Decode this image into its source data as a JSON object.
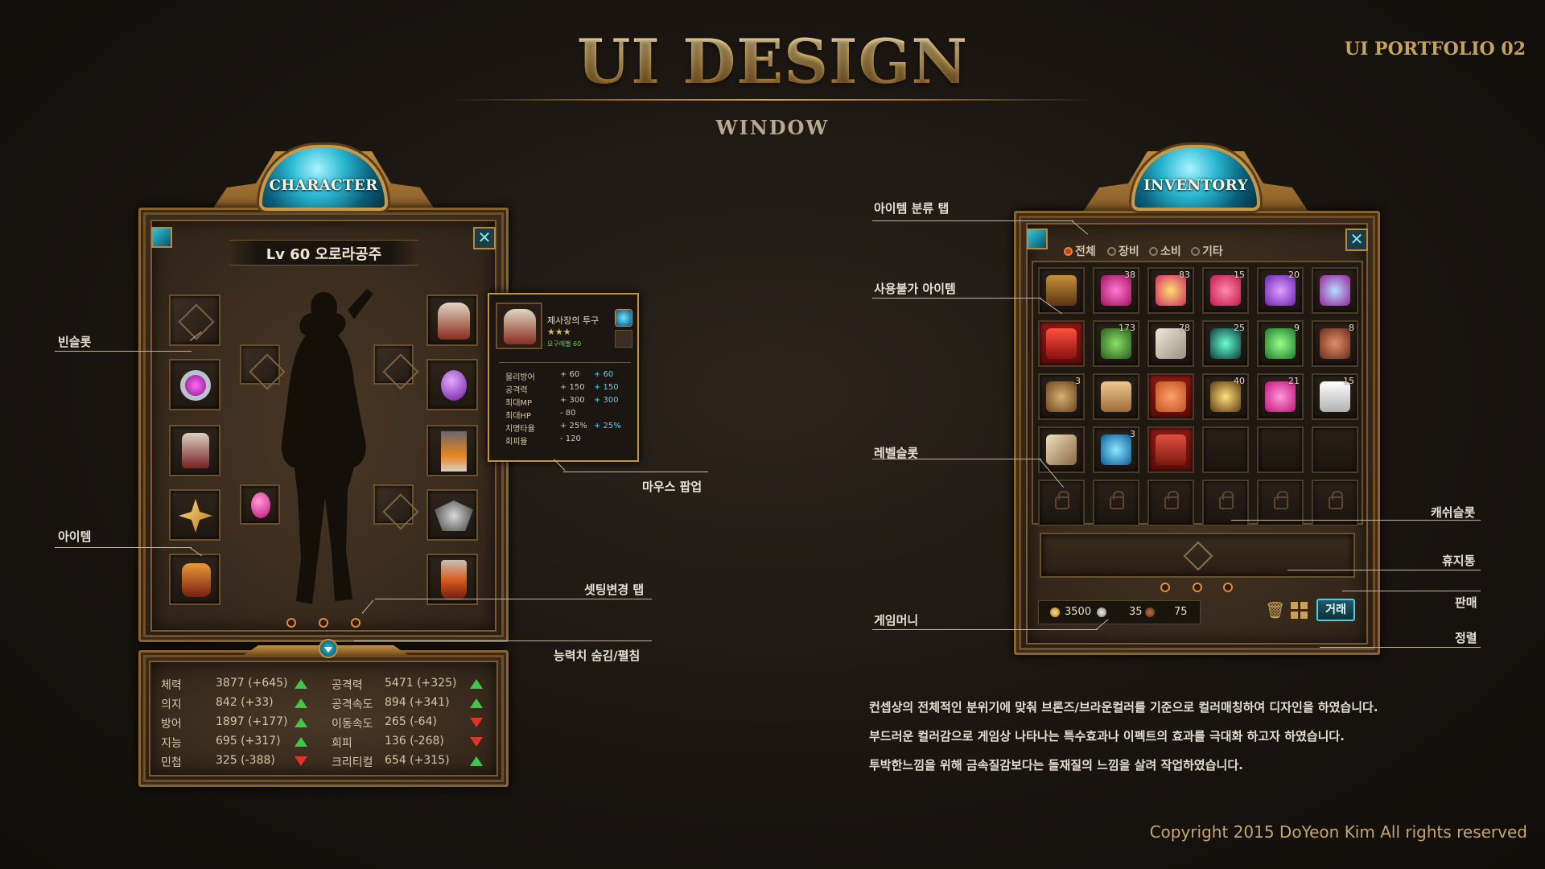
{
  "header": {
    "title": "UI DESIGN",
    "subtitle": "WINDOW",
    "portfolio": "UI PORTFOLIO 02"
  },
  "footer": {
    "copyright": "Copyright 2015 DoYeon Kim All rights reserved"
  },
  "character": {
    "title": "CHARACTER",
    "level_name": "Lv 60  오로라공주",
    "stats": [
      {
        "label": "체력",
        "value": "3877 (+645)",
        "dir": "up"
      },
      {
        "label": "의지",
        "value": "842 (+33)",
        "dir": "up"
      },
      {
        "label": "방어",
        "value": "1897 (+177)",
        "dir": "up"
      },
      {
        "label": "지능",
        "value": "695 (+317)",
        "dir": "up"
      },
      {
        "label": "민첩",
        "value": "325 (-388)",
        "dir": "down"
      },
      {
        "label": "공격력",
        "value": "5471 (+325)",
        "dir": "up"
      },
      {
        "label": "공격속도",
        "value": "894 (+341)",
        "dir": "up"
      },
      {
        "label": "이동속도",
        "value": "265 (-64)",
        "dir": "down"
      },
      {
        "label": "회피",
        "value": "136 (-268)",
        "dir": "down"
      },
      {
        "label": "크리티컬",
        "value": "654 (+315)",
        "dir": "up"
      }
    ]
  },
  "tooltip": {
    "name": "제사장의 투구",
    "stars": "★★★",
    "req": "요구레벨 60",
    "rows": [
      {
        "label": "물리방어",
        "base": "+ 60",
        "bonus": "+ 60"
      },
      {
        "label": "공격력",
        "base": "+ 150",
        "bonus": "+ 150"
      },
      {
        "label": "최대MP",
        "base": "+ 300",
        "bonus": "+ 300"
      },
      {
        "label": "최대HP",
        "base": "- 80",
        "bonus": ""
      },
      {
        "label": "치명타율",
        "base": "+ 25%",
        "bonus": "+ 25%"
      },
      {
        "label": "회피율",
        "base": "- 120",
        "bonus": ""
      }
    ]
  },
  "inventory": {
    "title": "INVENTORY",
    "tabs": [
      "전체",
      "장비",
      "소비",
      "기타"
    ],
    "counts": [
      "",
      "38",
      "83",
      "15",
      "20",
      "",
      "",
      "173",
      "78",
      "25",
      "9",
      "8",
      "3",
      "",
      "",
      "40",
      "21",
      "15",
      "",
      "3",
      "",
      "",
      "",
      ""
    ],
    "gold": "3500",
    "silver": "35",
    "copper": "75",
    "trade_label": "거래"
  },
  "callouts": {
    "empty_slot": "빈슬롯",
    "item": "아이템",
    "mouse_popup": "마우스 팝업",
    "setting_tab": "셋팅변경 탭",
    "stat_toggle": "능력치 숨김/펼침",
    "category_tab": "아이템 분류 탭",
    "unusable_item": "사용불가 아이템",
    "level_slot": "레벨슬롯",
    "cash_slot": "캐쉬슬롯",
    "trash": "휴지통",
    "sell": "판매",
    "sort": "정렬",
    "game_money": "게임머니"
  },
  "description": [
    "컨셉상의 전체적인 분위기에 맞춰 브론즈/브라운컬러를 기준으로 컬러매칭하여 디자인을 하였습니다.",
    "부드러운 컬러감으로 게임상 나타나는 특수효과나 이펙트의 효과를 극대화 하고자 하였습니다.",
    "투박한느낌을 위해 금속질감보다는 돌재질의 느낌을 살려 작업하였습니다."
  ],
  "colors": {
    "accent_gold": "#e2b866",
    "gem_cyan": "#2ab7d0",
    "up_green": "#3ec84a",
    "down_red": "#e0332a"
  }
}
